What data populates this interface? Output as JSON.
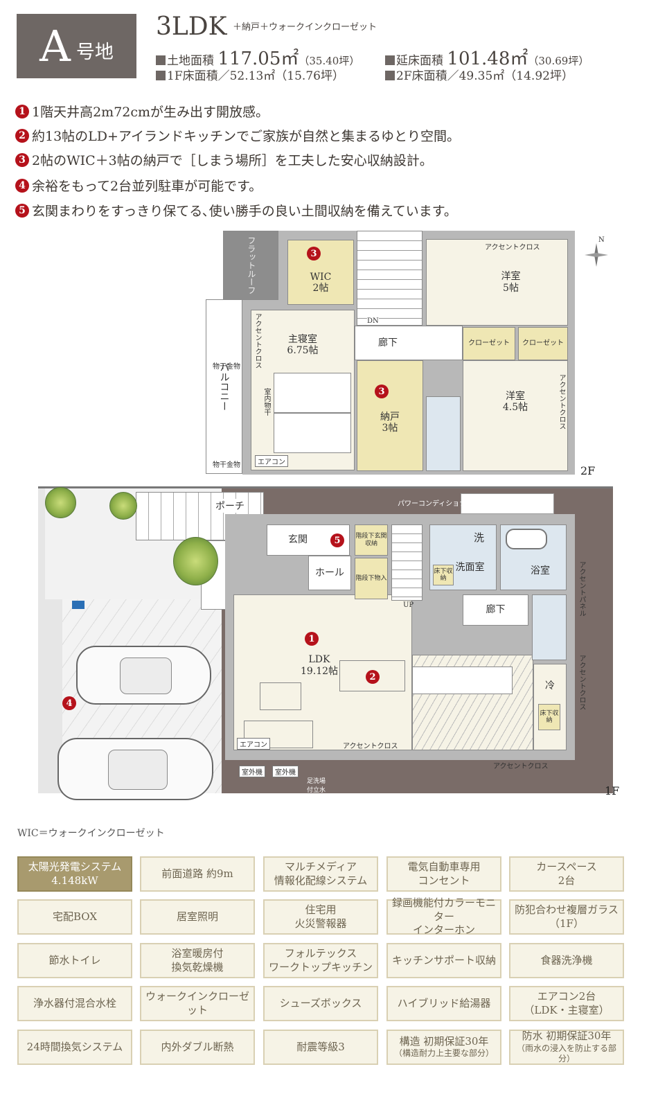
{
  "header": {
    "lot_letter": "A",
    "lot_suffix": "号地",
    "layout": "3LDK",
    "layout_extra": "＋納戸＋ウォークインクローゼット",
    "land_area_label": "土地面積",
    "land_area_value": "117.05㎡",
    "land_area_tsubo": "（35.40坪）",
    "total_floor_label": "延床面積",
    "total_floor_value": "101.48㎡",
    "total_floor_tsubo": "（30.69坪）",
    "floor1_area": "1F床面積／52.13㎡（15.76坪）",
    "floor2_area": "2F床面積／49.35㎡（14.92坪）"
  },
  "points": [
    {
      "num": "1",
      "text": "1階天井高2m72cmが生み出す開放感。"
    },
    {
      "num": "2",
      "text": "約13帖のLD+アイランドキッチンでご家族が自然と集まるゆとり空間。"
    },
    {
      "num": "3",
      "text": "2帖のWIC＋3帖の納戸で［しまう場所］を工夫した安心収納設計。"
    },
    {
      "num": "4",
      "text": "余裕をもって2台並列駐車が可能です。"
    },
    {
      "num": "5",
      "text": "玄関まわりをすっきり保てる､使い勝手の良い土間収納を備えています。"
    }
  ],
  "plan2f": {
    "floor_label": "2F",
    "flat_roof": "フラットルーフ",
    "wic_num": "3",
    "wic": "WIC",
    "wic_size": "2帖",
    "master": "主寝室",
    "master_size": "6.75帖",
    "balcony": "バルコニー",
    "hanger1": "物干金物",
    "hanger2": "物干金物",
    "indoor_dry": "室内物干",
    "accent_cross_1": "アクセントクロス",
    "aircon": "エアコン",
    "dn": "DN",
    "hall": "廊下",
    "storage_num": "3",
    "storage": "納戸",
    "storage_size": "3帖",
    "western1": "洋室",
    "western1_size": "5帖",
    "accent_cross_2": "アクセントクロス",
    "closet1": "クローゼット",
    "closet2": "クローゼット",
    "western2": "洋室",
    "western2_size": "4.5帖",
    "accent_cross_3": "アクセントクロス",
    "compass": "N"
  },
  "plan1f": {
    "floor_label": "1F",
    "porch": "ポーチ",
    "power_conditioner": "パワーコンディショナ",
    "entrance": "玄関",
    "entrance_num": "5",
    "under_stairs_storage": "階段下玄関収納",
    "under_stairs_closet": "階段下物入",
    "hole": "ホール",
    "up": "UP",
    "wash": "洗",
    "washroom": "洗面室",
    "underfloor1": "床下収納",
    "bath": "浴室",
    "hall": "廊下",
    "accent_panel": "アクセントパネル",
    "accent_cross_1": "アクセントクロス",
    "fridge": "冷",
    "underfloor2": "床下収納",
    "ldk_num": "1",
    "ldk": "LDK",
    "ldk_size": "19.12帖",
    "kitchen_num": "2",
    "aircon": "エアコン",
    "accent_cross_2": "アクセントクロス",
    "accent_cross_3": "アクセントクロス",
    "outdoor1": "室外機",
    "outdoor2": "室外機",
    "faucet": "足洗場付立水栓",
    "parking_num": "4"
  },
  "legend": "WIC＝ウォークインクローゼット",
  "equipment": [
    {
      "l1": "太陽光発電システム",
      "l2": "4.148kW",
      "highlight": true
    },
    {
      "l1": "前面道路 約9m",
      "l2": ""
    },
    {
      "l1": "マルチメディア",
      "l2": "情報化配線システム"
    },
    {
      "l1": "電気自動車専用",
      "l2": "コンセント"
    },
    {
      "l1": "カースペース",
      "l2": "2台"
    },
    {
      "l1": "宅配BOX",
      "l2": ""
    },
    {
      "l1": "居室照明",
      "l2": ""
    },
    {
      "l1": "住宅用",
      "l2": "火災警報器"
    },
    {
      "l1": "録画機能付カラーモニター",
      "l2": "インターホン"
    },
    {
      "l1": "防犯合わせ複層ガラス",
      "l2": "（1F）"
    },
    {
      "l1": "節水トイレ",
      "l2": ""
    },
    {
      "l1": "浴室暖房付",
      "l2": "換気乾燥機"
    },
    {
      "l1": "フォルテックス",
      "l2": "ワークトップキッチン"
    },
    {
      "l1": "キッチンサポート収納",
      "l2": ""
    },
    {
      "l1": "食器洗浄機",
      "l2": ""
    },
    {
      "l1": "浄水器付混合水栓",
      "l2": ""
    },
    {
      "l1": "ウォークインクローゼット",
      "l2": ""
    },
    {
      "l1": "シューズボックス",
      "l2": ""
    },
    {
      "l1": "ハイブリッド給湯器",
      "l2": ""
    },
    {
      "l1": "エアコン2台",
      "l2": "（LDK・主寝室）"
    },
    {
      "l1": "24時間換気システム",
      "l2": ""
    },
    {
      "l1": "内外ダブル断熱",
      "l2": ""
    },
    {
      "l1": "耐震等級3",
      "l2": ""
    },
    {
      "l1": "構造 初期保証30年",
      "l2": "（構造耐力上主要な部分）",
      "small": true
    },
    {
      "l1": "防水 初期保証30年",
      "l2": "（雨水の浸入を防止する部分）",
      "small": true
    }
  ]
}
